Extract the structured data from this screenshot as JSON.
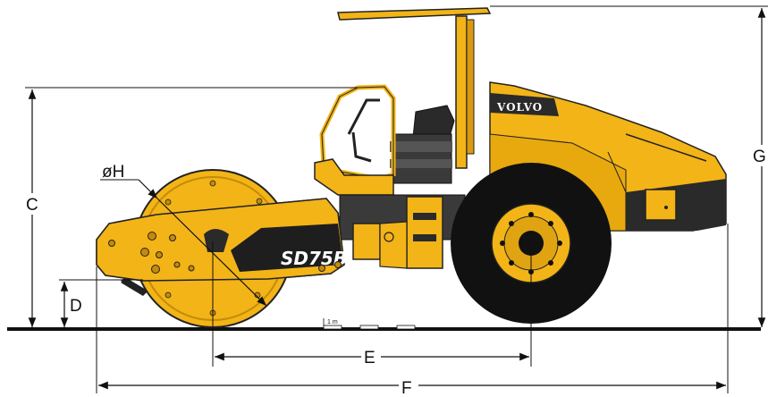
{
  "machine": {
    "brand_text": "VOLVO",
    "model_text": "SD75B",
    "body_color": "#f2b417",
    "dark_color": "#222222",
    "tire_color": "#111111"
  },
  "dimensions": {
    "C": "C",
    "D": "D",
    "E": "E",
    "F": "F",
    "G": "G",
    "H": "øH"
  },
  "scale": {
    "label": "1 m"
  }
}
